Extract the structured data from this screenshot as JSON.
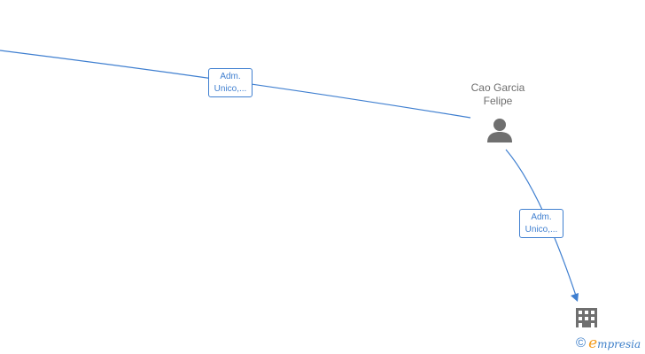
{
  "nodes": {
    "person": {
      "name_line1": "Cao Garcia",
      "name_line2": "Felipe",
      "icon": "person-icon"
    },
    "company": {
      "icon": "building-icon"
    }
  },
  "edges": [
    {
      "label_line1": "Adm.",
      "label_line2": "Unico,..."
    },
    {
      "label_line1": "Adm.",
      "label_line2": "Unico,..."
    }
  ],
  "watermark": {
    "copyright": "©",
    "brand_e": "e",
    "brand_rest": "mpresia"
  },
  "colors": {
    "edge": "#3f7fd0",
    "icon": "#6f6f6f",
    "brand_accent": "#f39c1f"
  }
}
